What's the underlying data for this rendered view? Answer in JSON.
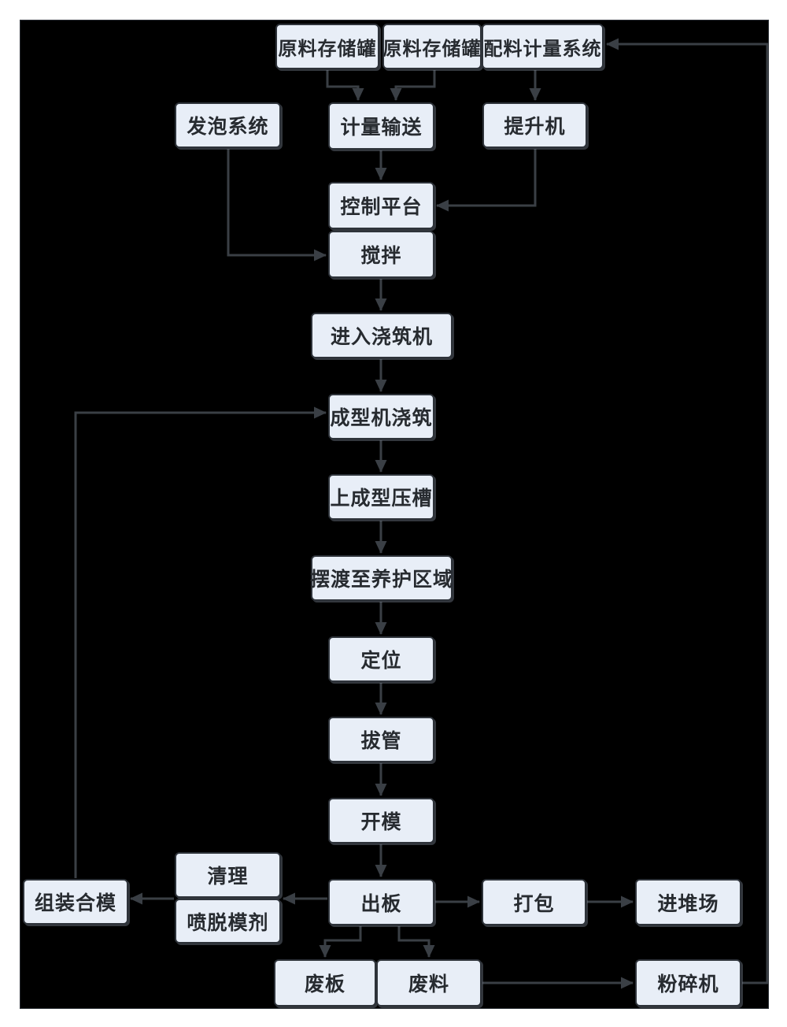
{
  "diagram": {
    "type": "flowchart",
    "language": "zh",
    "colors": {
      "page_background": "#ffffff",
      "canvas_background": "#000000",
      "node_fill": "#e8eef7",
      "node_border": "#2e333a",
      "node_text": "#272b30",
      "arrow": "#3a3f45"
    },
    "nodes": {
      "tank1": {
        "label": "原料存储罐"
      },
      "tank2": {
        "label": "原料存储罐"
      },
      "batching": {
        "label": "配料计量系统"
      },
      "foaming": {
        "label": "发泡系统"
      },
      "conveying": {
        "label": "计量输送"
      },
      "hoist": {
        "label": "提升机"
      },
      "control": {
        "label": "控制平台"
      },
      "mixing": {
        "label": "搅拌"
      },
      "enter_casting": {
        "label": "进入浇筑机"
      },
      "forming_casting": {
        "label": "成型机浇筑"
      },
      "press_groove": {
        "label": "上成型压槽"
      },
      "ferry_curing": {
        "label": "摆渡至养护区域"
      },
      "positioning": {
        "label": "定位"
      },
      "pipe_pulling": {
        "label": "拔管"
      },
      "mold_opening": {
        "label": "开模"
      },
      "cleaning": {
        "label": "清理"
      },
      "release_agent": {
        "label": "喷脱模剂"
      },
      "assembly": {
        "label": "组装合模"
      },
      "board_out": {
        "label": "出板"
      },
      "packing": {
        "label": "打包"
      },
      "stockyard": {
        "label": "进堆场"
      },
      "waste_board": {
        "label": "废板"
      },
      "waste_material": {
        "label": "废料"
      },
      "crusher": {
        "label": "粉碎机"
      }
    },
    "edges": [
      {
        "from": "tank1",
        "to": "conveying"
      },
      {
        "from": "tank2",
        "to": "conveying"
      },
      {
        "from": "batching",
        "to": "hoist"
      },
      {
        "from": "conveying",
        "to": "control"
      },
      {
        "from": "hoist",
        "to": "control"
      },
      {
        "from": "foaming",
        "to": "mixing"
      },
      {
        "from": "mixing",
        "to": "enter_casting"
      },
      {
        "from": "enter_casting",
        "to": "forming_casting"
      },
      {
        "from": "forming_casting",
        "to": "press_groove"
      },
      {
        "from": "press_groove",
        "to": "ferry_curing"
      },
      {
        "from": "ferry_curing",
        "to": "positioning"
      },
      {
        "from": "positioning",
        "to": "pipe_pulling"
      },
      {
        "from": "pipe_pulling",
        "to": "mold_opening"
      },
      {
        "from": "mold_opening",
        "to": "board_out"
      },
      {
        "from": "board_out",
        "to": "cleaning"
      },
      {
        "from": "cleaning",
        "to": "assembly"
      },
      {
        "from": "assembly",
        "to": "forming_casting"
      },
      {
        "from": "board_out",
        "to": "packing"
      },
      {
        "from": "packing",
        "to": "stockyard"
      },
      {
        "from": "board_out",
        "to": "waste_board"
      },
      {
        "from": "board_out",
        "to": "waste_material"
      },
      {
        "from": "waste_material",
        "to": "crusher"
      },
      {
        "from": "crusher",
        "to": "batching"
      }
    ]
  }
}
